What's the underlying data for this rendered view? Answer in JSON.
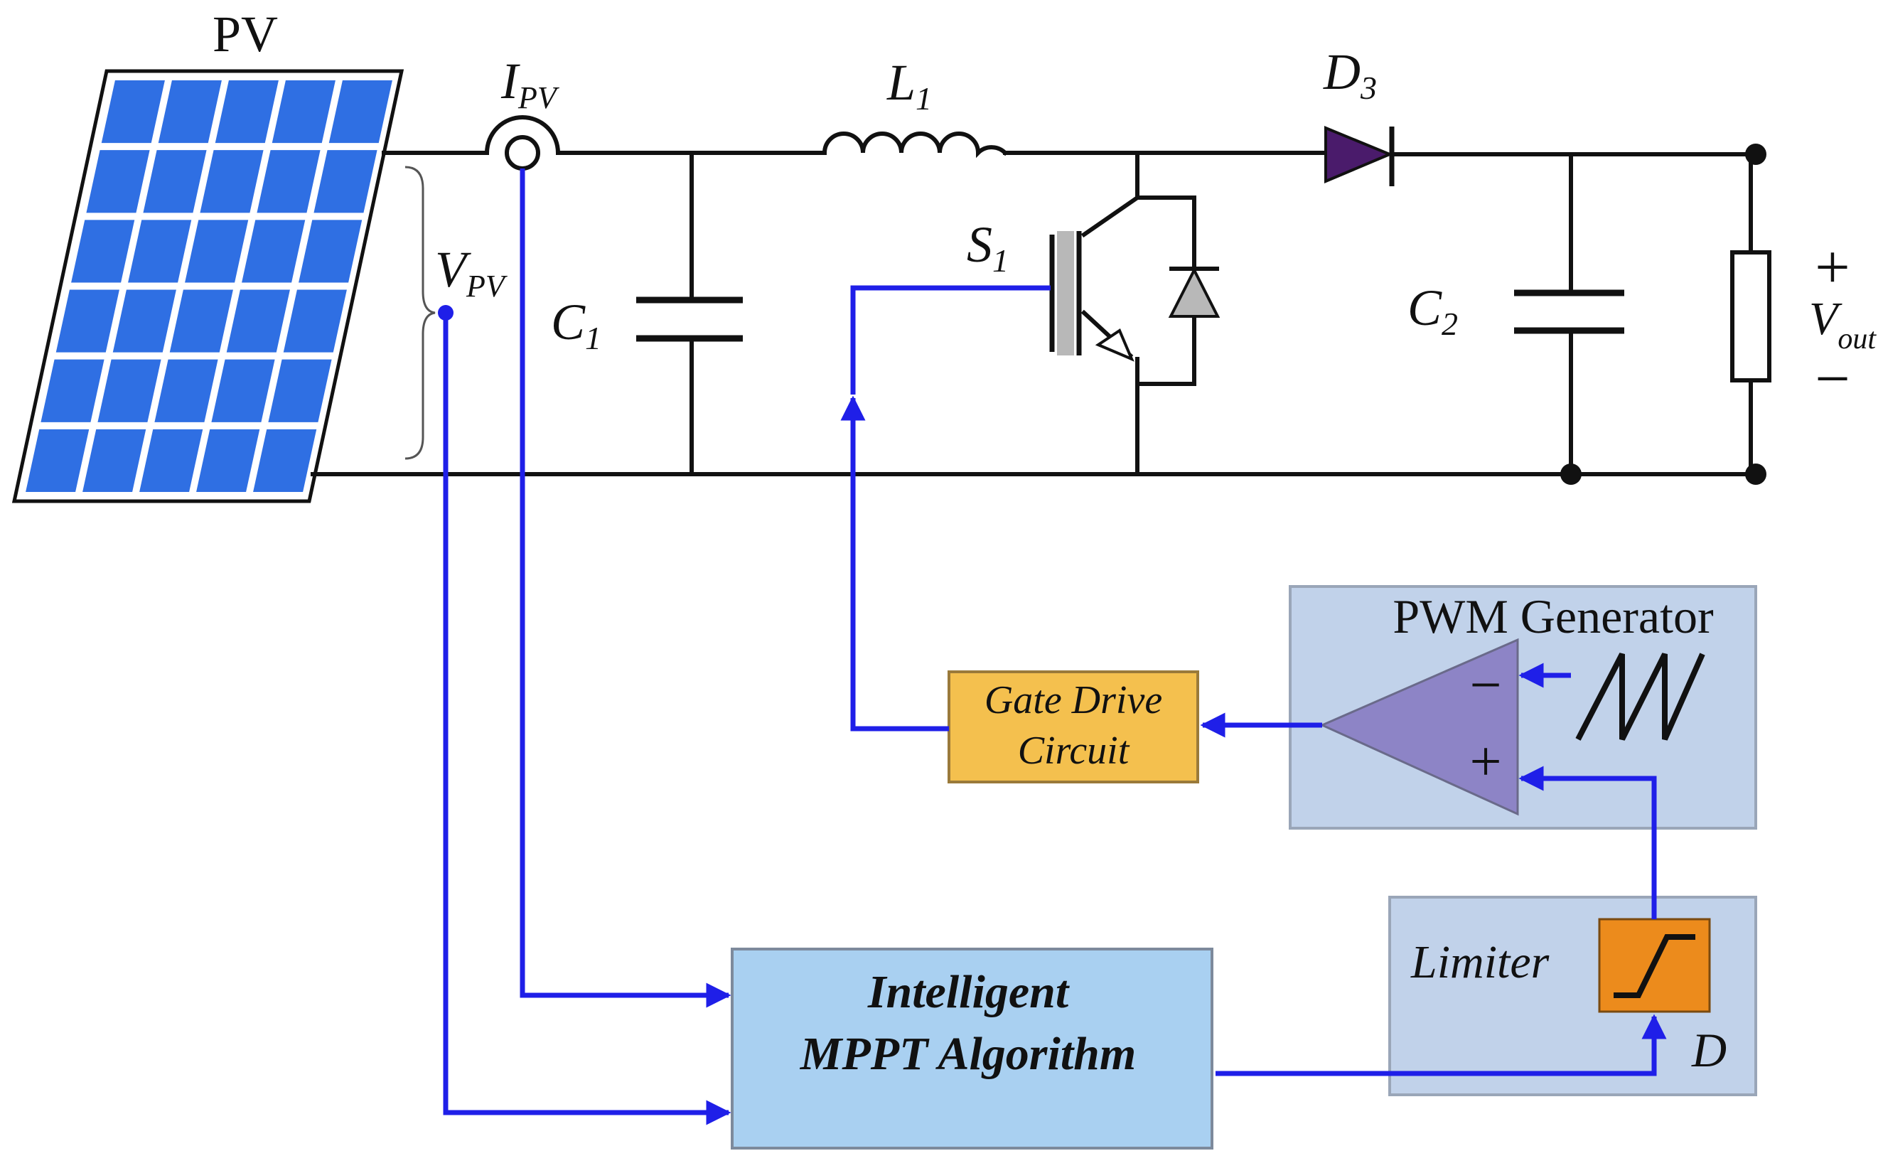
{
  "labels": {
    "pv": "PV",
    "ipv_main": "I",
    "ipv_sub": "PV",
    "vpv_main": "V",
    "vpv_sub": "PV",
    "l1_main": "L",
    "l1_sub": "1",
    "d3_main": "D",
    "d3_sub": "3",
    "s1_main": "S",
    "s1_sub": "1",
    "c1_main": "C",
    "c1_sub": "1",
    "c2_main": "C",
    "c2_sub": "2",
    "vout_main": "V",
    "vout_sub": "out",
    "plus": "+",
    "minus": "−"
  },
  "blocks": {
    "pwm_title": "PWM Generator",
    "pwm_minus": "−",
    "pwm_plus": "+",
    "gate_line1": "Gate Drive",
    "gate_line2": "Circuit",
    "limiter": "Limiter",
    "limiter_out": "D",
    "mppt_line1": "Intelligent",
    "mppt_line2": "MPPT Algorithm"
  },
  "colors": {
    "signal": "#1f1fe8",
    "pv_cell": "#2f6fe3",
    "gate_box": "#f4c04e",
    "limiter_icon": "#ec8b1c",
    "block_bg": "#c1d2ea",
    "mppt_bg": "#a9d0f1",
    "comparator": "#8d84c6"
  }
}
